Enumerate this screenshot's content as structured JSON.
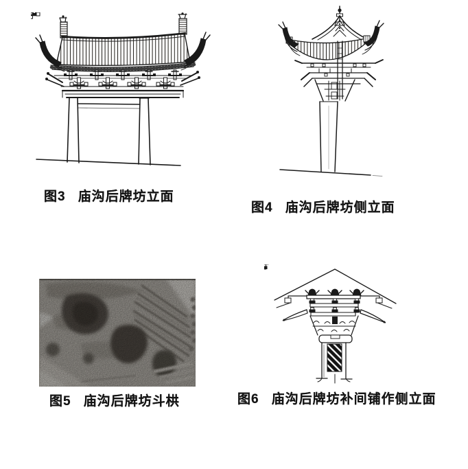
{
  "page": {
    "paper_color": "#ffffff",
    "ink_color": "#1a1a1a",
    "photo_gray": "#b3afa8"
  },
  "figures": [
    {
      "label": "图3",
      "title": "庙沟后牌坊立面",
      "kind": "line-drawing"
    },
    {
      "label": "图4",
      "title": "庙沟后牌坊侧立面",
      "kind": "line-drawing"
    },
    {
      "label": "图5",
      "title": "庙沟后牌坊斗栱",
      "kind": "photograph"
    },
    {
      "label": "图6",
      "title": "庙沟后牌坊补间铺作侧立面",
      "kind": "line-drawing"
    }
  ]
}
